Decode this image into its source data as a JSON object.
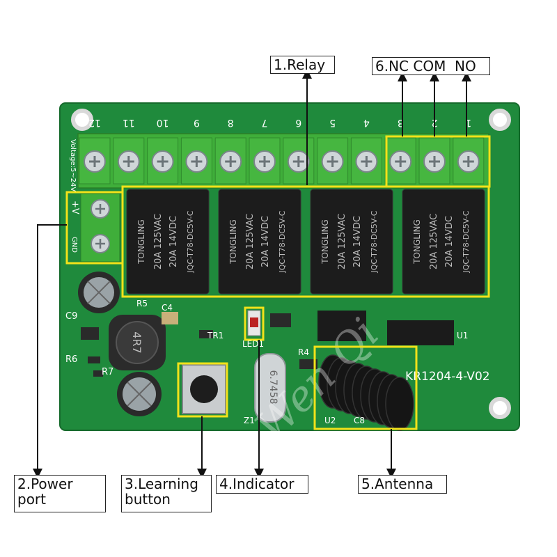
{
  "labels": {
    "relay": "1.Relay",
    "terminals": "6.NC COM  NO",
    "power_line1": "2.Power",
    "power_line2": "port",
    "learning_line1": "3.Learning",
    "learning_line2": "button",
    "indicator": "4.Indicator",
    "antenna": "5.Antenna"
  },
  "board": {
    "model": "KR1204-4-V02",
    "voltage": "Voltage:5~24V",
    "power_plus": "+V",
    "power_gnd": "GND",
    "terminal_numbers": [
      "12",
      "11",
      "10",
      "9",
      "8",
      "7",
      "6",
      "5",
      "4",
      "3",
      "2",
      "1"
    ],
    "relay_brand": "TONGLING",
    "relay_rating1": "20A  125VAC",
    "relay_rating2": "20A  14VDC",
    "relay_model": "JQC-T78-DC5V-C",
    "crystal": "6.7458",
    "refs": {
      "c4": "C4",
      "c9": "C9",
      "r5": "R5",
      "r6": "R6",
      "r7": "R7",
      "tr1": "TR1",
      "led1": "LED1",
      "r4": "R4",
      "z1": "Z1",
      "u1": "U1",
      "u2": "U2",
      "c8": "C8",
      "inductor": "4R7"
    },
    "watermark": "Wen Qi"
  },
  "colors": {
    "pcb": "#1f8a3c",
    "terminal_green": "#3fae3a",
    "relay_black": "#1c1c1c",
    "highlight": "#f2e21a"
  }
}
